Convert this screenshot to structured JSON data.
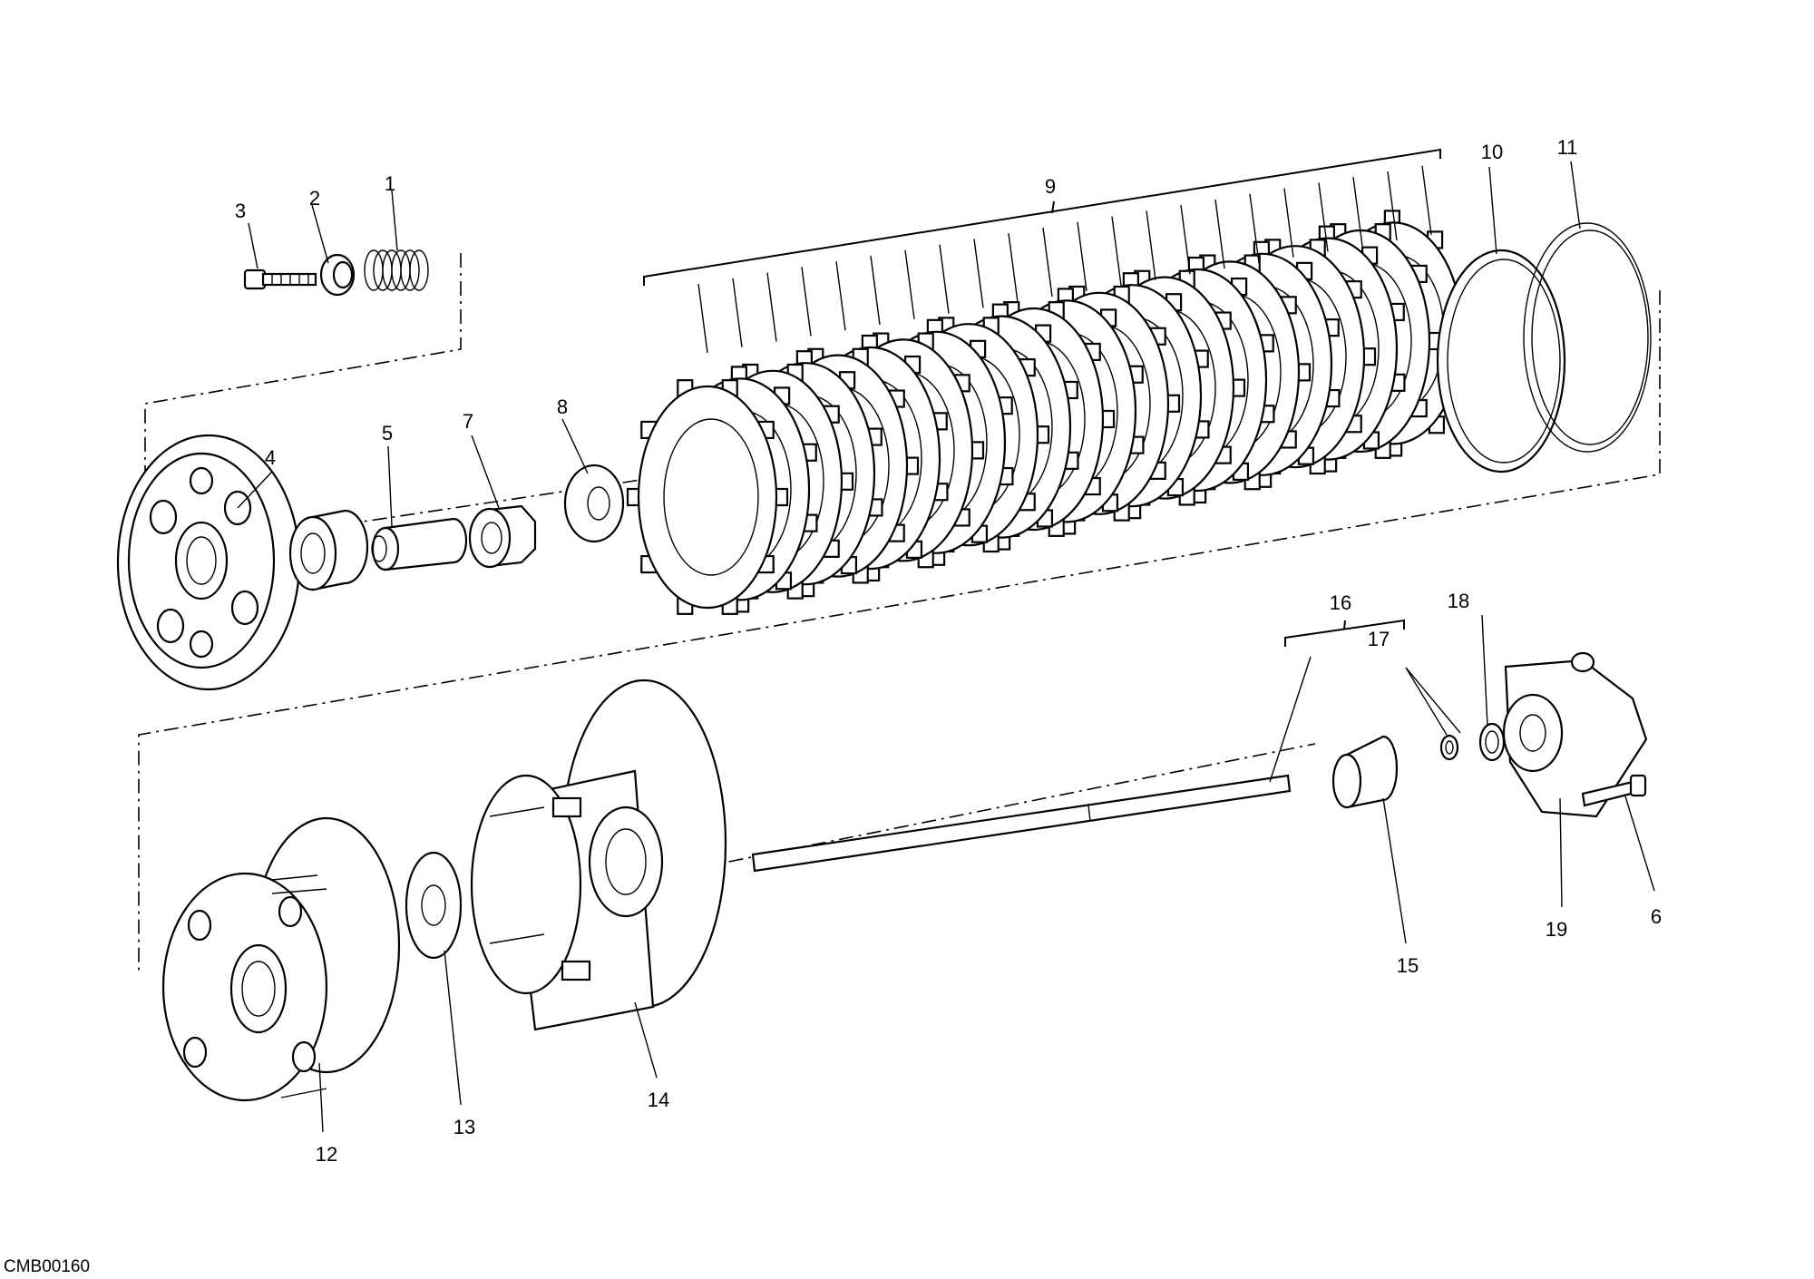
{
  "drawing_code": "CMB00160",
  "callouts": [
    "1",
    "2",
    "3",
    "4",
    "5",
    "6",
    "7",
    "8",
    "9",
    "10",
    "11",
    "12",
    "13",
    "14",
    "15",
    "16",
    "17",
    "18",
    "19"
  ],
  "icons": {
    "spring": "coil-spring-icon",
    "washer": "washer-icon",
    "screw": "screw-icon",
    "pressure_plate": "pressure-plate-icon",
    "bearing": "bearing-icon",
    "pin": "pushrod-pin-icon",
    "nut": "nut-icon",
    "clutch_plates": "clutch-plate-stack-icon",
    "spring_ring": "spring-ring-icon",
    "o_ring": "o-ring-icon",
    "hub": "clutch-hub-icon",
    "housing": "clutch-housing-icon",
    "pushrod": "pushrod-icon",
    "bushing": "bushing-icon",
    "seal": "seal-icon",
    "circlip": "circlip-icon",
    "slave_cylinder": "slave-cylinder-icon"
  }
}
